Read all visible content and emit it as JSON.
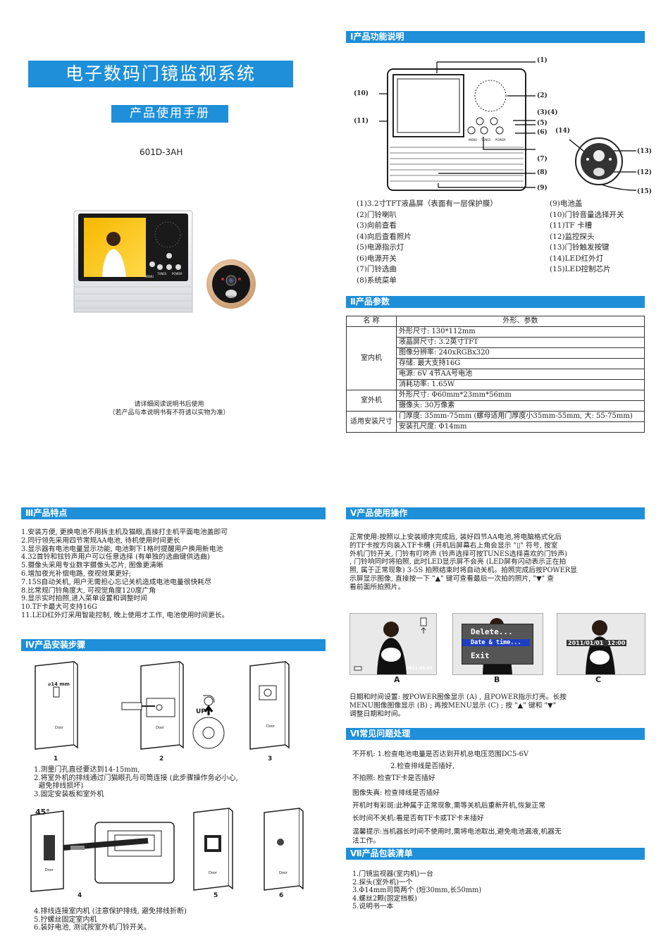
{
  "cover": {
    "title": "电子数码门镜监视系统",
    "subtitle": "产品使用手册",
    "model": "601D-3AH",
    "note1": "请详细阅读说明书后使用",
    "note2": "（若产品与本说明书有不符请以实物为准）",
    "door_button_labels": [
      "MENU",
      "TUNES",
      "POWER"
    ],
    "camera_label": "PUSH"
  },
  "section1": {
    "heading": "Ⅰ产品功能说明",
    "callouts": [
      "(1)",
      "(2)",
      "(3)(4)",
      "(5)",
      "(6)",
      "(7)",
      "(8)",
      "(9)",
      "(10)",
      "(11)",
      "(12)",
      "(13)",
      "(14)",
      "(15)"
    ],
    "left_items": [
      "(1)3.2寸TFT液晶屏（表面有一层保护膜）",
      "(2)门铃喇叭",
      "(3)向前查看",
      "(4)向后查看照片",
      "(5)电源指示灯",
      "(6)电源开关",
      "(7)门铃选曲",
      "(8)系统菜单"
    ],
    "right_items": [
      "(9)电池盖",
      "(10)门铃音量选择开关",
      "(11)TF 卡槽",
      "(12)监控探头",
      "(13)门铃触发按键",
      "(14)LED红外灯",
      "(15)LED控制芯片"
    ],
    "button_labels": [
      "MENU",
      "TUNES",
      "POWER"
    ]
  },
  "section2": {
    "heading": "Ⅱ产品参数",
    "col1_header": "名  称",
    "col2_header": "外形、参数",
    "groups": [
      {
        "name": "室内机",
        "rows": [
          "外形尺寸: 130*112mm",
          "液晶屏尺寸: 3.2英寸TFT",
          "图像分辨率: 240xRGBx320",
          "存储:  最大支持16G",
          "电源: 6V  4节AA号电池",
          "消耗功率: 1.65W"
        ]
      },
      {
        "name": "室外机",
        "rows": [
          "外形尺寸: Φ60mm*23mm*56mm",
          "摄像头: 30万像素"
        ]
      },
      {
        "name": "适用安装尺寸",
        "rows": [
          "门厚度: 35mm-75mm  (螺母适用门厚度小35mm-55mm, 大: 55-75mm)",
          "安装孔尺度: Φ14mm"
        ]
      }
    ]
  },
  "section3": {
    "heading": "Ⅲ产品特点",
    "items": [
      "1.安装方便, 更换电池不用拆主机及猫眼,直接打主机平面电池盖即可",
      "2.同行领先采用四节常规AA电池, 待机使用时间更长",
      "3.显示器有电池电量显示功能, 电池剩下1格时提醒用户换用新电池",
      "4.32首铃和铉铃声用户可以任意选择 (有单独的选曲键供选曲)",
      "5.摄像头采用专业数字摄像头芯片, 图像更清晰",
      "6.增加夜光补偿电路, 夜视效果更好;",
      "7.15S自动关机, 用户无需担心忘记关机造成电池电量很快耗尽",
      "8.比常规门铃角度大, 可视觉角度120度广角",
      "9.显示实时拍照,进入菜单设置和调整时间",
      "10.TF卡最大可支持16G",
      "11.LED红外灯采用智能控制, 晚上使用才工作, 电池使用时间更长。"
    ]
  },
  "section4": {
    "heading": "Ⅳ产品安装步骤",
    "hole_label": "⌀14 mm",
    "door_label": "Door",
    "up_label": "UP",
    "angle_label": "45°",
    "step_numbers": [
      "1",
      "2",
      "3",
      "4",
      "5",
      "6"
    ],
    "steps_a": [
      "1.测量门孔直径要达到14-15mm,",
      "2.将室外机的排线通过门猫眼孔与司筒连接 (此步骤操作务必小心,",
      "  避免排线损坏)",
      "3.固定安装板和室外机"
    ],
    "steps_b": [
      "4.排线连接室内机 (注意保护排线, 避免排线折断)",
      "5.拧螺丝固定室内机",
      "6.装好电池, 测试按室外机门铃开关。"
    ]
  },
  "section5": {
    "heading": "Ⅴ产品使用操作",
    "para": [
      "正常使用:按照以上安装顺序完成后, 装好四节AA电池,将电脑格式化后",
      "的TF卡按方向装入TF卡槽 (开机后屏幕右上角会显示 \"▯\" 符号, 按室",
      "外机门铃开关, 门铃有叮咚声 (铃声选择可按TUNES选择喜欢的门铃声)",
      ", 门铃响同时将拍照, 此时LED显示屏不会亮 (LED屏有闪动表示正在拍",
      "照, 属于正常现象) 3-5S 拍照结束时将自动关机。拍照完成后按POWER显",
      "示屏显示图像, 直接按一下 \"▲\" 键可查看最后一次拍的照片, \"▼\" 查",
      "看前面所拍照片。"
    ],
    "photo_labels": [
      "A",
      "B",
      "C"
    ],
    "photo_a_date": "2011-01-01",
    "menu_items": [
      "Delete...",
      "Date & time...",
      "Exit"
    ],
    "photo_c_stamp": "2011/01/01  12:00",
    "datetime_para": [
      "日期和时间设置: 按POWER图像显示 (A) , 且POWER指示灯亮。长按",
      "MENU图像图像显示 (B) ; 再按MENU显示 (C) ; 按 \"▲\" 键和 \"▼\"",
      "调整日期和时间。"
    ]
  },
  "section6": {
    "heading": "Ⅵ常见问题处理",
    "lines": [
      "不开机: 1.检查电池电量是否达到开机总电压范围DC5-6V",
      "2.检查排线是否插好,",
      "不拍照: 检查TF卡是否插好",
      "图像失真: 检查排线是否插好",
      "开机时有彩斑:此种属于正常现象,需等关机后重新开机,恢复正常",
      "长时间不关机:看是否有TF卡或TF卡未插好",
      "温馨提示:当机器长时间不使用时,需将电池取出,避免电池漏液,机器无",
      "法工作。"
    ]
  },
  "section7": {
    "heading": "Ⅶ产品包装清单",
    "items": [
      "1.门镜监视器(室内机)一台",
      "2.探头(室外机)一个",
      "3.Φ14mm司筒两个 (短30mm,长50mm)",
      "4.螺丝2颗(固定挡板)",
      "5.说明书一本"
    ]
  },
  "colors": {
    "accent": "#1e8fd8"
  }
}
